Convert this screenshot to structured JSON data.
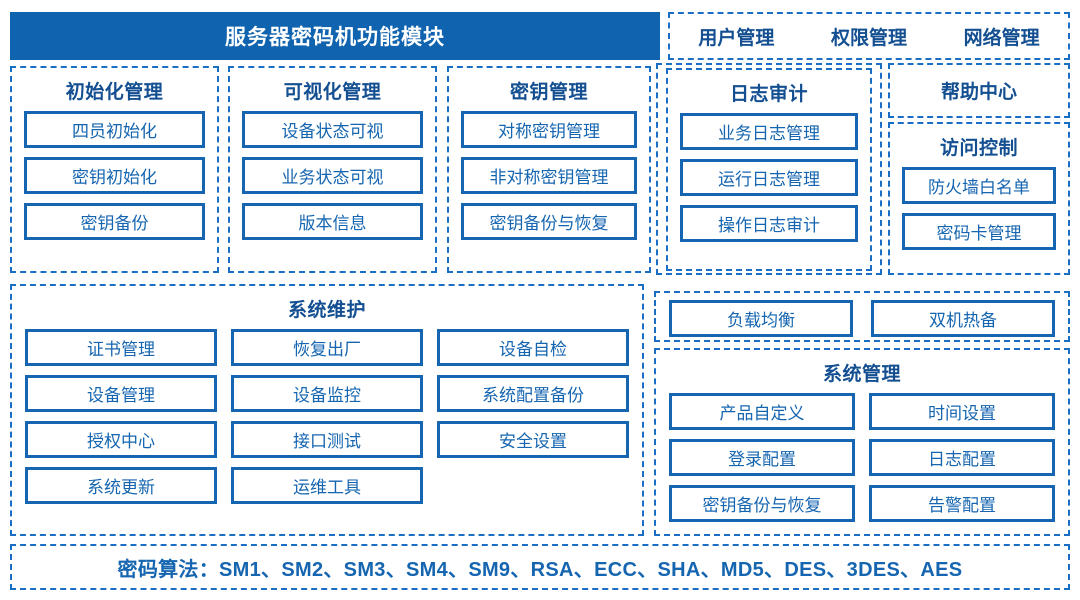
{
  "colors": {
    "brand_blue": "#1063ae",
    "border_blue": "#1565b0",
    "dashed_blue": "#1a6fc4",
    "title_blue": "#134f91"
  },
  "header": {
    "title": "服务器密码机功能模块"
  },
  "top_links": {
    "items": [
      "用户管理",
      "权限管理",
      "网络管理"
    ]
  },
  "help_center": {
    "title": "帮助中心"
  },
  "columns": [
    {
      "title": "初始化管理",
      "items": [
        "四员初始化",
        "密钥初始化",
        "密钥备份"
      ]
    },
    {
      "title": "可视化管理",
      "items": [
        "设备状态可视",
        "业务状态可视",
        "版本信息"
      ]
    },
    {
      "title": "密钥管理",
      "items": [
        "对称密钥管理",
        "非对称密钥管理",
        "密钥备份与恢复"
      ]
    },
    {
      "title": "日志审计",
      "items": [
        "业务日志管理",
        "运行日志管理",
        "操作日志审计"
      ]
    }
  ],
  "access_control": {
    "title": "访问控制",
    "items": [
      "防火墙白名单",
      "密码卡管理"
    ]
  },
  "system_maintenance": {
    "title": "系统维护",
    "items": [
      "证书管理",
      "恢复出厂",
      "设备自检",
      "设备管理",
      "设备监控",
      "系统配置备份",
      "授权中心",
      "接口测试",
      "安全设置",
      "系统更新",
      "运维工具"
    ]
  },
  "ha_row": {
    "items": [
      "负载均衡",
      "双机热备"
    ]
  },
  "system_management": {
    "title": "系统管理",
    "items": [
      "产品自定义",
      "时间设置",
      "登录配置",
      "日志配置",
      "密钥备份与恢复",
      "告警配置"
    ]
  },
  "algorithms": {
    "label": "密码算法：",
    "list": "SM1、SM2、SM3、SM4、SM9、RSA、ECC、SHA、MD5、DES、3DES、AES",
    "full_text": "密码算法：SM1、SM2、SM3、SM4、SM9、RSA、ECC、SHA、MD5、DES、3DES、AES"
  }
}
